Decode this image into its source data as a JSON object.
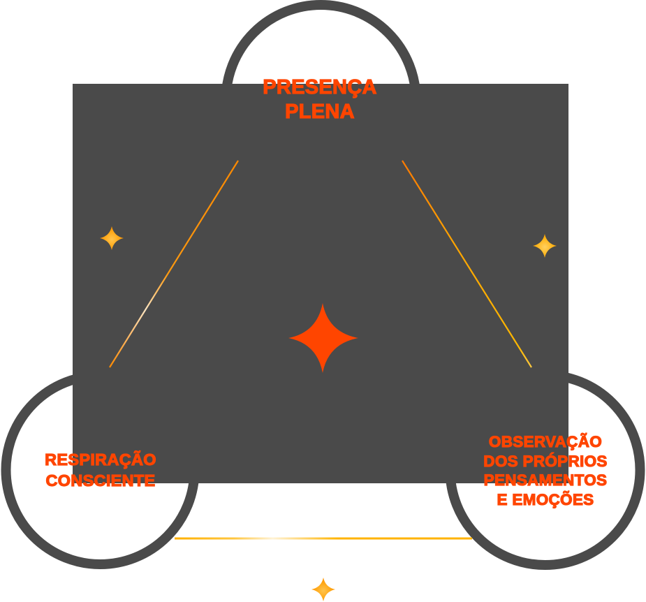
{
  "diagram": {
    "type": "triad",
    "colors": {
      "panel": "#4a4a4a",
      "ring": "#4a4a4a",
      "label": "#FF4500",
      "center_star": "#FF4500",
      "accent_orange": "#FF8A00",
      "accent_yellow": "#FFB300",
      "highlight": "#FFF3D6",
      "background": "#FFFFFF"
    },
    "nodes": [
      {
        "id": "top",
        "lines": [
          "PRESENÇA",
          "PLENA"
        ]
      },
      {
        "id": "left",
        "lines": [
          "RESPIRAÇÃO",
          "CONSCIENTE"
        ]
      },
      {
        "id": "right",
        "lines": [
          "OBSERVAÇÃO",
          "DOS PRÓPRIOS",
          "PENSAMENTOS",
          "E EMOÇÕES"
        ]
      }
    ],
    "connectors": [
      {
        "from": "top",
        "to": "left"
      },
      {
        "from": "top",
        "to": "right"
      },
      {
        "from": "left",
        "to": "right"
      }
    ],
    "decorations": {
      "center_star": "four-point-star",
      "sparkles": [
        "sparkle-left",
        "sparkle-right",
        "sparkle-bottom"
      ]
    }
  }
}
